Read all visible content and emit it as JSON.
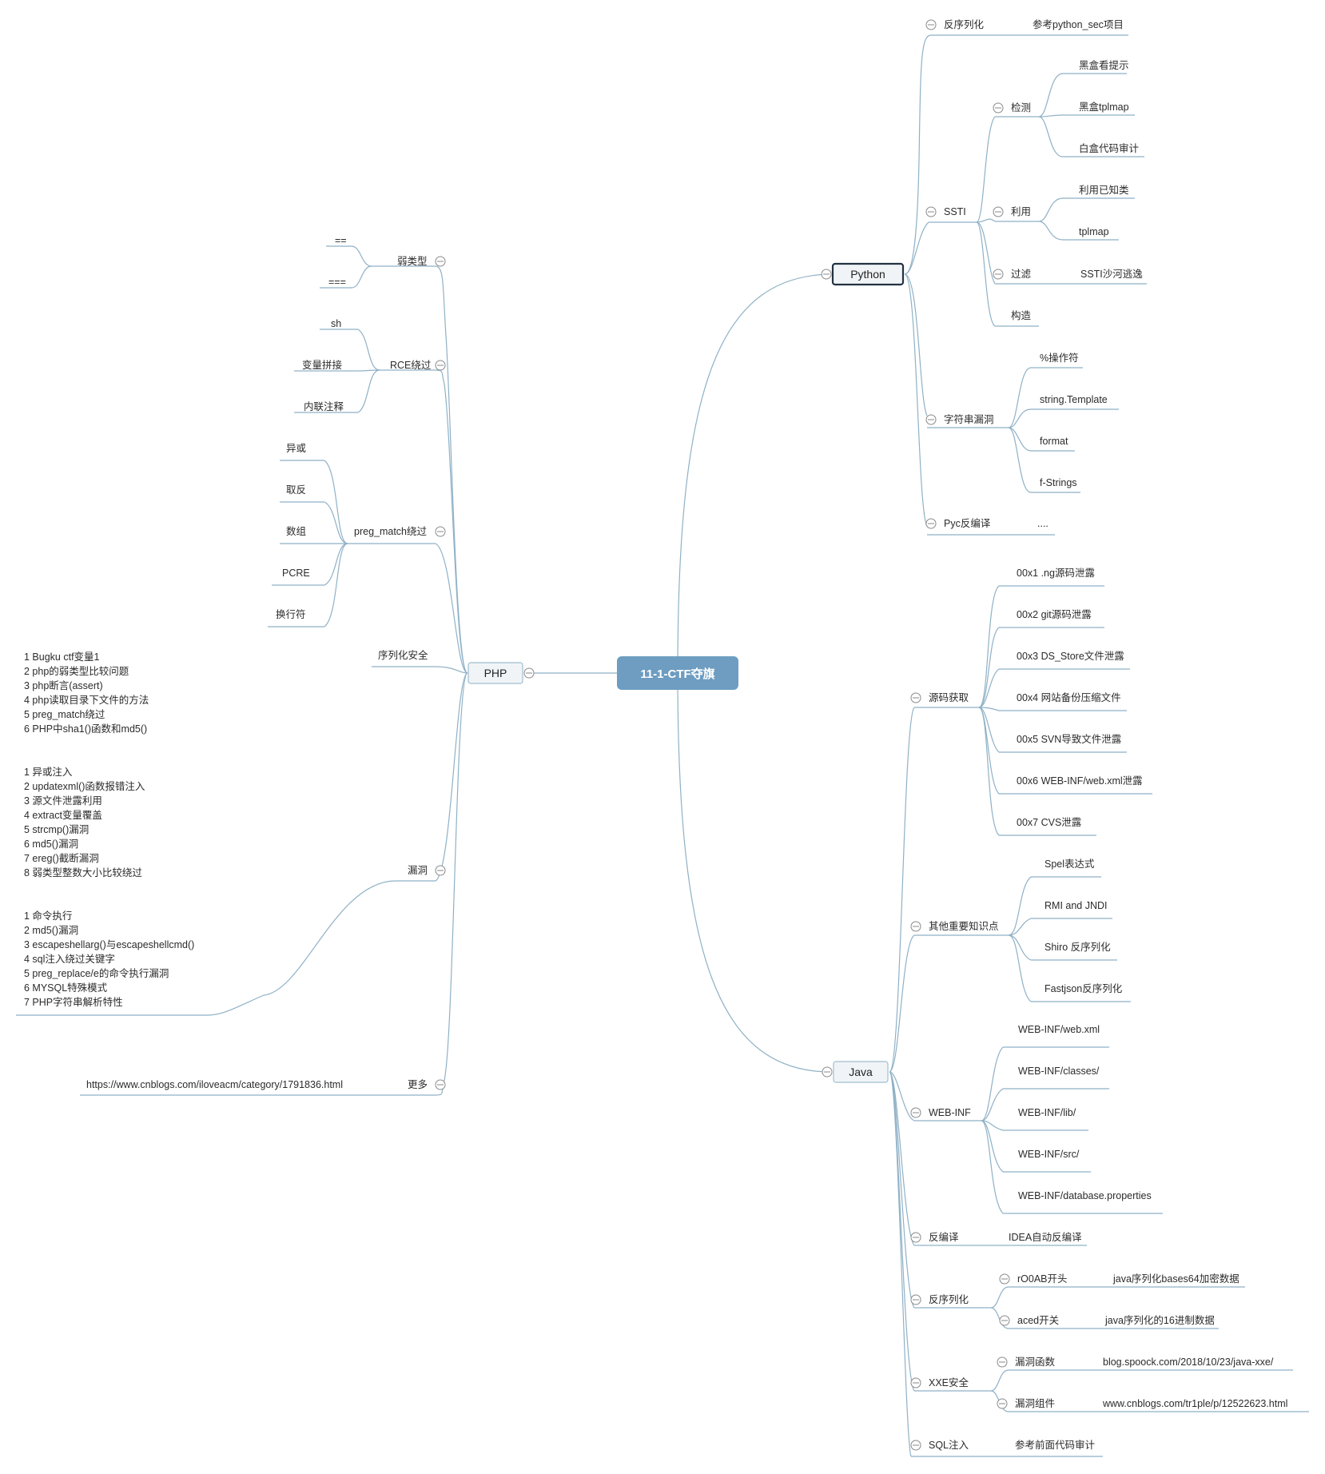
{
  "root": "11-1-CTF夺旗",
  "python": {
    "label": "Python",
    "deser": {
      "label": "反序列化",
      "child": "参考python_sec项目"
    },
    "ssti": {
      "label": "SSTI",
      "detect": {
        "label": "检测",
        "items": [
          "黑盒看提示",
          "黑盒tplmap",
          "白盒代码审计"
        ]
      },
      "exploit": {
        "label": "利用",
        "items": [
          "利用已知类",
          "tplmap"
        ]
      },
      "filter": {
        "label": "过滤",
        "child": "SSTI沙河逃逸"
      },
      "construct": "构造"
    },
    "strvuln": {
      "label": "字符串漏洞",
      "items": [
        "%操作符",
        "string.Template",
        "format",
        "f-Strings"
      ]
    },
    "pyc": {
      "label": "Pyc反编译",
      "child": "...."
    }
  },
  "java": {
    "label": "Java",
    "source": {
      "label": "源码获取",
      "items": [
        "00x1 .ng源码泄露",
        "00x2 git源码泄露",
        "00x3 DS_Store文件泄露",
        "00x4 网站备份压缩文件",
        "00x5 SVN导致文件泄露",
        "00x6 WEB-INF/web.xml泄露",
        "00x7 CVS泄露"
      ]
    },
    "other": {
      "label": "其他重要知识点",
      "items": [
        "Spel表达式",
        "RMI and JNDI",
        "Shiro 反序列化",
        "Fastjson反序列化"
      ]
    },
    "webinf": {
      "label": "WEB-INF",
      "items": [
        "WEB-INF/web.xml",
        "WEB-INF/classes/",
        "WEB-INF/lib/",
        "WEB-INF/src/",
        "WEB-INF/database.properties"
      ]
    },
    "decompile": {
      "label": "反编译",
      "child": "IDEA自动反编译"
    },
    "deser": {
      "label": "反序列化",
      "a": {
        "label": "rO0AB开头",
        "child": "java序列化bases64加密数据"
      },
      "b": {
        "label": "aced开关",
        "child": "java序列化的16进制数据"
      }
    },
    "xxe": {
      "label": "XXE安全",
      "a": {
        "label": "漏洞函数",
        "child": "blog.spoock.com/2018/10/23/java-xxe/"
      },
      "b": {
        "label": "漏洞组件",
        "child": "www.cnblogs.com/tr1ple/p/12522623.html"
      }
    },
    "sql": {
      "label": "SQL注入",
      "child": "参考前面代码审计"
    }
  },
  "php": {
    "label": "PHP",
    "weak": {
      "label": "弱类型",
      "items": [
        "==",
        "==="
      ]
    },
    "rce": {
      "label": "RCE绕过",
      "items": [
        "sh",
        "变量拼接",
        "内联注释"
      ]
    },
    "preg": {
      "label": "preg_match绕过",
      "items": [
        "异或",
        "取反",
        "数组",
        "PCRE",
        "换行符"
      ]
    },
    "serial": {
      "label": "序列化安全"
    },
    "note1": [
      "1 Bugku ctf变量1",
      "2 php的弱类型比较问题",
      "3 php断言(assert)",
      "4 php读取目录下文件的方法",
      "5 preg_match绕过",
      "6 PHP中sha1()函数和md5()"
    ],
    "note2": [
      "1 异或注入",
      "2 updatexml()函数报错注入",
      "3 源文件泄露利用",
      "4 extract变量覆盖",
      "5 strcmp()漏洞",
      "6 md5()漏洞",
      "7 ereg()截断漏洞",
      "8 弱类型整数大小比较绕过"
    ],
    "note3": [
      "1 命令执行",
      "2 md5()漏洞",
      "3 escapeshellarg()与escapeshellcmd()",
      "4 sql注入绕过关键字",
      "5 preg_replace/e的命令执行漏洞",
      "6 MYSQL特殊模式",
      "7 PHP字符串解析特性"
    ],
    "vuln": {
      "label": "漏洞"
    },
    "more": {
      "label": "更多",
      "child": "https://www.cnblogs.com/iloveacm/category/1791836.html"
    }
  }
}
